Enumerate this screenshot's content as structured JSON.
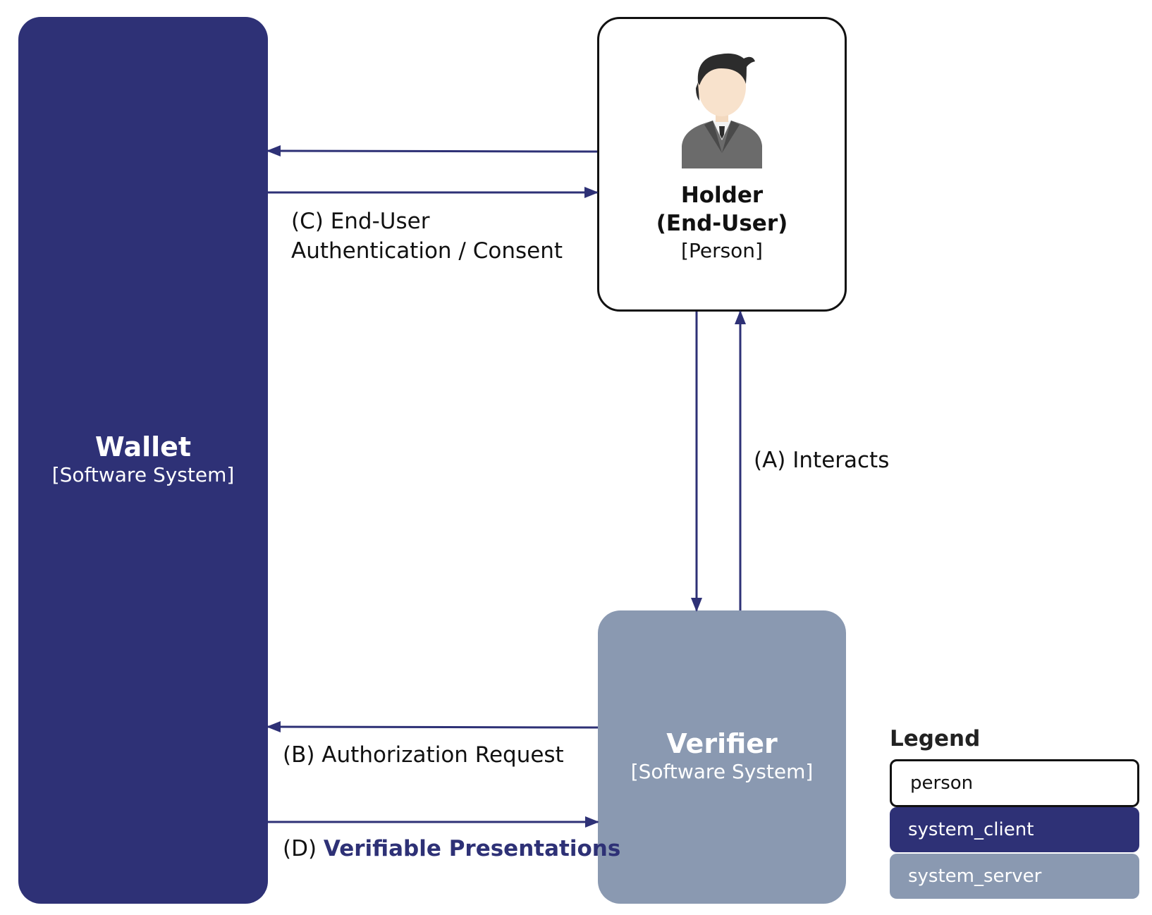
{
  "colors": {
    "system_client": "#2e3176",
    "system_server": "#8a99b1",
    "person_border": "#111111",
    "arrow": "#2e3176"
  },
  "nodes": {
    "wallet": {
      "name": "Wallet",
      "type": "[Software System]"
    },
    "holder": {
      "name_line1": "Holder",
      "name_line2": "(End-User)",
      "type": "[Person]",
      "icon": "person-icon"
    },
    "verifier": {
      "name": "Verifier",
      "type": "[Software System]"
    }
  },
  "edges": {
    "c_line1": "(C) End-User",
    "c_line2": "Authentication / Consent",
    "a": "(A) Interacts",
    "b": "(B) Authorization Request",
    "d_prefix": "(D)",
    "d_emphasis": "Verifiable Presentations"
  },
  "legend": {
    "title": "Legend",
    "items": [
      "person",
      "system_client",
      "system_server"
    ]
  }
}
